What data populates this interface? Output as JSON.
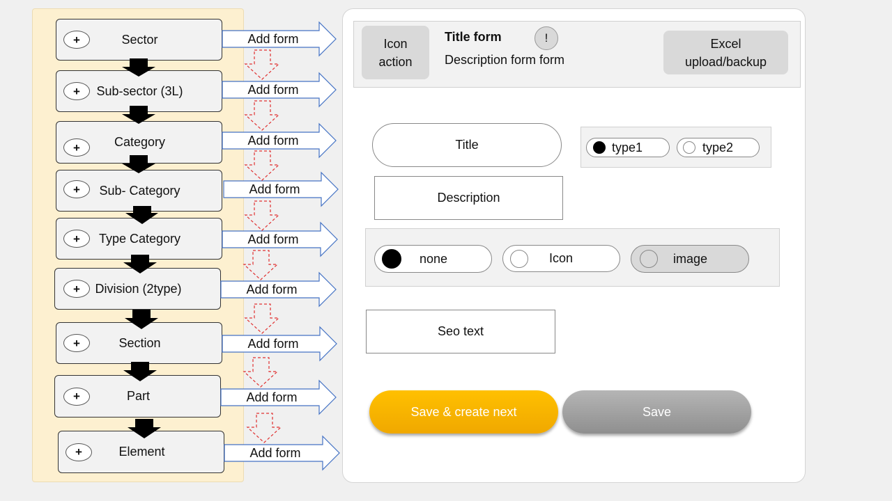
{
  "hierarchy": {
    "levels": [
      {
        "label": "Sector",
        "add_label": "Add form"
      },
      {
        "label": "Sub-sector (3L)",
        "add_label": "Add form"
      },
      {
        "label": "Category",
        "add_label": "Add form"
      },
      {
        "label": "Sub- Category",
        "add_label": "Add form"
      },
      {
        "label": "Type Category",
        "add_label": "Add form"
      },
      {
        "label": "Division (2type)",
        "add_label": "Add form"
      },
      {
        "label": "Section",
        "add_label": "Add form"
      },
      {
        "label": "Part",
        "add_label": "Add form"
      },
      {
        "label": "Element",
        "add_label": "Add form"
      }
    ],
    "plus_symbol": "+"
  },
  "form": {
    "header": {
      "icon_action": "Icon\naction",
      "title": "Title form",
      "info_symbol": "!",
      "description": "Description form form",
      "excel": "Excel\nupload/backup"
    },
    "title_field": "Title",
    "type_options": [
      "type1",
      "type2"
    ],
    "type_selected": "type1",
    "description_field": "Description",
    "media_options": [
      "none",
      "Icon",
      "image"
    ],
    "media_selected": "none",
    "seo_field": "Seo text",
    "save_next_label": "Save & create next",
    "save_label": "Save"
  },
  "colors": {
    "panel_background": "#fdf0d0",
    "arrow_outline": "#4472c4",
    "dashed_arrow": "#e03030",
    "primary_button": "#ffc000",
    "secondary_button": "#a6a6a6"
  }
}
